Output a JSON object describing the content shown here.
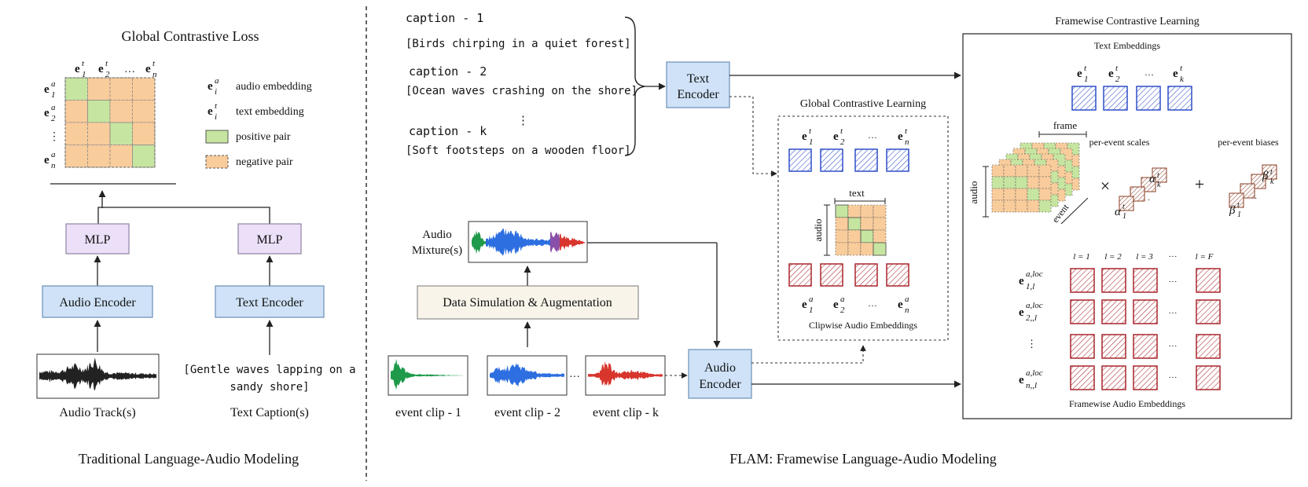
{
  "left_panel": {
    "caption": "Traditional Language-Audio Modeling",
    "matrix_title": "Global Contrastive Loss",
    "matrix_cols": [
      "e",
      "e",
      "…",
      "e"
    ],
    "matrix_col_subs": [
      "1",
      "2",
      "",
      "n"
    ],
    "matrix_rows": [
      "e",
      "e",
      "⋮",
      "e"
    ],
    "matrix_row_subs": [
      "1",
      "2",
      "",
      "n"
    ],
    "legend": {
      "audio_embedding": "audio embedding",
      "text_embedding": "text embedding",
      "positive_pair": "positive pair",
      "negative_pair": "negative pair"
    },
    "mlp_audio": "MLP",
    "mlp_text": "MLP",
    "audio_encoder": "Audio Encoder",
    "text_encoder": "Text Encoder",
    "audio_track_label": "Audio Track(s)",
    "text_caption_label": "Text Caption(s)",
    "text_caption_line1": "[Gentle waves lapping on a",
    "text_caption_line2": "sandy shore]"
  },
  "right_panel": {
    "caption": "FLAM: Framewise Language-Audio Modeling",
    "caption1_title": "caption - 1",
    "caption1_text": "[Birds chirping in a quiet forest]",
    "caption2_title": "caption - 2",
    "caption2_text": "[Ocean waves crashing on the shore]",
    "caption_dots": "⋮",
    "captionk_title": "caption - k",
    "captionk_text": "[Soft footsteps on a wooden floor]",
    "text_encoder_line1": "Text",
    "text_encoder_line2": "Encoder",
    "audio_mixture_line1": "Audio",
    "audio_mixture_line2": "Mixture(s)",
    "data_sim": "Data Simulation & Augmentation",
    "event_clip_1": "event clip - 1",
    "event_clip_2": "event clip - 2",
    "event_clip_k": "event clip - k",
    "clip_dots": "···",
    "audio_encoder_line1": "Audio",
    "audio_encoder_line2": "Encoder",
    "global_title": "Global Contrastive Learning",
    "global_text_label": "text",
    "global_audio_label": "audio",
    "clipwise_label": "Clipwise Audio Embeddings",
    "framewise_title": "Framewise Contrastive Learning",
    "text_embeddings_label": "Text Embeddings",
    "frame_label": "frame",
    "audio_label": "audio",
    "event_label": "event",
    "per_event_scales": "per-event scales",
    "per_event_biases": "per-event biases",
    "times": "×",
    "plus": "+",
    "l_labels": [
      "l = 1",
      "l = 2",
      "l = 3",
      "···",
      "l = F"
    ],
    "framewise_audio_label": "Framewise Audio Embeddings",
    "fw_row_subs": [
      "1,l",
      "2,,l",
      "",
      "n,,l"
    ]
  },
  "colors": {
    "positive": "#c6e5a0",
    "negative": "#f9cc9c",
    "text_embed": "#2f4fc8",
    "audio_embed": "#a8272d",
    "scale_embed": "#8a3b22",
    "wave_green": "#1f9a4a",
    "wave_blue": "#2d6fe0",
    "wave_red": "#d8352d"
  }
}
